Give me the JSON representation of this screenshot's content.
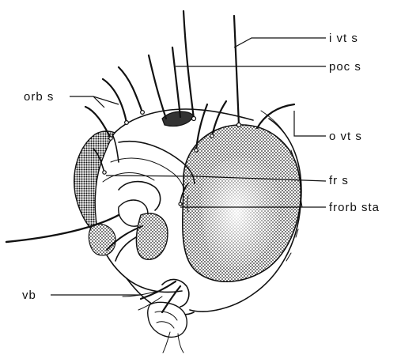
{
  "labels": {
    "i_vt_s": "i vt s",
    "poc_s": "poc s",
    "orb_s": "orb s",
    "o_vt_s": "o vt s",
    "fr_s": "fr s",
    "frorb_sta": "frorb sta",
    "vb": "vb"
  },
  "colors": {
    "ink": "#111111",
    "background": "#ffffff"
  }
}
